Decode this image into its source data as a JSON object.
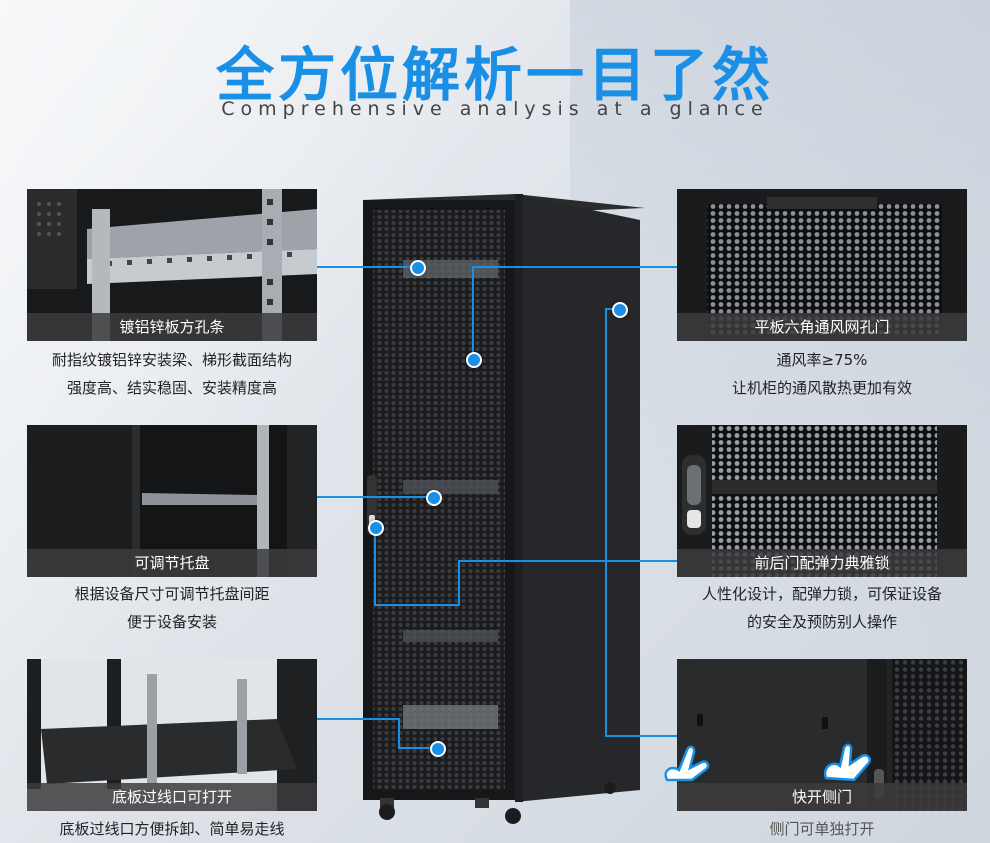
{
  "heading": {
    "title": "全方位解析一目了然",
    "subtitle": "Comprehensive analysis at a glance"
  },
  "features": {
    "left_top": {
      "label": "镀铝锌板方孔条",
      "line1": "耐指纹镀铝锌安装梁、梯形截面结构",
      "line2": "强度高、结实稳固、安装精度高"
    },
    "left_mid": {
      "label": "可调节托盘",
      "line1": "根据设备尺寸可调节托盘间距",
      "line2": "便于设备安装"
    },
    "left_bot": {
      "label": "底板过线口可打开",
      "line1": "底板过线口方便拆卸、简单易走线"
    },
    "right_top": {
      "label": "平板六角通风网孔门",
      "line1": "通风率≥75%",
      "line2": "让机柜的通风散热更加有效"
    },
    "right_mid": {
      "label": "前后门配弹力典雅锁",
      "line1": "人性化设计，配弹力锁，可保证设备",
      "line2": "的安全及预防别人操作"
    },
    "right_bot": {
      "label": "快开侧门",
      "line1": "侧门可单独打开"
    }
  },
  "colors": {
    "accent": "#1a8fe6",
    "panel": "#1d1e20",
    "label_bg": "#3c3c3e"
  }
}
